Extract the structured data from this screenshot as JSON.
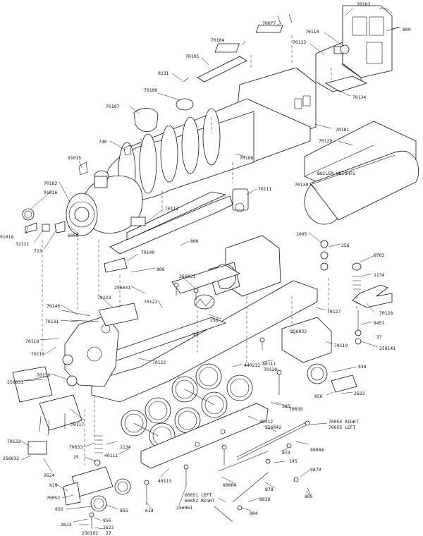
{
  "labels": {
    "p70103": "70103",
    "p809": "809",
    "p70077": "70077",
    "p70110": "70110",
    "p70104": "70104",
    "p70133": "70133",
    "p70105": "70105",
    "p9231": "9231",
    "p70134": "70134",
    "p70106": "70106",
    "p70107": "70107",
    "p70101": "70101",
    "p740": "740",
    "p70129": "70129",
    "p70108": "70108",
    "p91015": "91015",
    "boiler_weights": "BOILER WEIGHTS",
    "p70130": "70130",
    "p70102": "70102",
    "p91016": "91016",
    "p70111": "70111",
    "p70112": "70112",
    "p91018": "91018",
    "p32111": "32111",
    "p723": "723",
    "p6000": "6000",
    "p808": "808",
    "p1005": "1005",
    "p256_a": "256",
    "p70140": "70140",
    "p5703": "5703",
    "p806": "806",
    "p1134_a": "1134",
    "p256031_a": "256031",
    "p256031_b": "256031",
    "p70123": "70123",
    "p70128": "70128",
    "p70146": "70146",
    "p70127": "70127",
    "p70131": "70131",
    "p70121": "70121",
    "p256_b": "256",
    "p8451": "8451",
    "p27_a": "27",
    "p256032_a": "256032",
    "p37": "37",
    "p70118": "70118",
    "p256141": "256141",
    "p70119": "70119",
    "p70122": "70122",
    "p440232": "440232",
    "p40111_a": "40111",
    "p70116": "70116",
    "p838": "838",
    "p70139": "70139",
    "p70120": "70120",
    "p256031_c": "256031",
    "p385": "385",
    "p856_a": "856",
    "p2623_a": "2623",
    "p70039": "70039",
    "p40112": "40112",
    "p70054": "70054 RIGHT",
    "p70055": "70055 LEFT",
    "p70117": "70117",
    "p256042": "256042",
    "p80004_a": "80004",
    "p70132": "70132",
    "p70033": "70033",
    "p1134_b": "1134",
    "p873": "873",
    "p256032_b": "256032",
    "p25": "25",
    "p40111_b": "40111",
    "p195": "195",
    "p2624": "2624",
    "p9870": "9870",
    "p40113": "40113",
    "p619_a": "619",
    "p80004_b": "80004",
    "p878": "878",
    "p805": "805",
    "p70052": "70052",
    "p66051": "66051 LEFT",
    "p66052": "66052 RIGHT",
    "p8830": "8830",
    "p856_b": "856",
    "p855": "855",
    "p619_b": "619",
    "p256061": "256061",
    "p904": "904",
    "p856_c": "856",
    "p2623_b": "2623",
    "p2623_c": "2623",
    "p27_b": "27",
    "p256162": "256162"
  }
}
